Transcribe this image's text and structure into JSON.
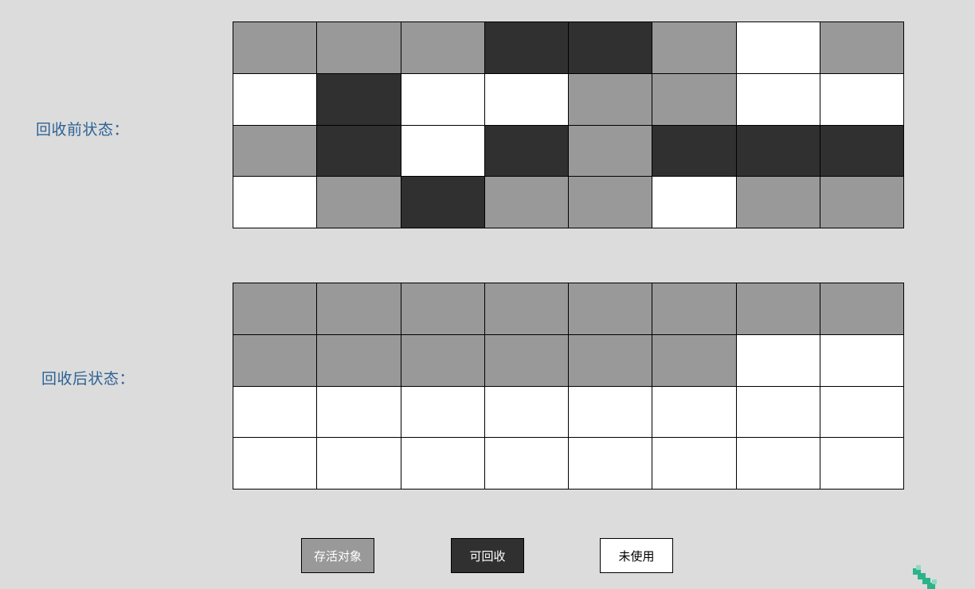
{
  "labels": {
    "before": "回收前状态：",
    "after": "回收后状态："
  },
  "grids": {
    "before": [
      [
        "live",
        "live",
        "live",
        "garbage",
        "garbage",
        "live",
        "unused",
        "live"
      ],
      [
        "unused",
        "garbage",
        "unused",
        "unused",
        "live",
        "live",
        "unused",
        "unused"
      ],
      [
        "live",
        "garbage",
        "unused",
        "garbage",
        "live",
        "garbage",
        "garbage",
        "garbage"
      ],
      [
        "unused",
        "live",
        "garbage",
        "live",
        "live",
        "unused",
        "live",
        "live"
      ]
    ],
    "after": [
      [
        "live",
        "live",
        "live",
        "live",
        "live",
        "live",
        "live",
        "live"
      ],
      [
        "live",
        "live",
        "live",
        "live",
        "live",
        "live",
        "unused",
        "unused"
      ],
      [
        "unused",
        "unused",
        "unused",
        "unused",
        "unused",
        "unused",
        "unused",
        "unused"
      ],
      [
        "unused",
        "unused",
        "unused",
        "unused",
        "unused",
        "unused",
        "unused",
        "unused"
      ]
    ]
  },
  "legend": {
    "live": "存活对象",
    "garbage": "可回收",
    "unused": "未使用"
  },
  "colors": {
    "live": "#999999",
    "garbage": "#303030",
    "unused": "#ffffff",
    "label_text": "#2e6294",
    "background": "#dcdcdc",
    "logo": "#2bb38a"
  },
  "icons": {
    "corner_logo": "stair-logo-icon"
  }
}
